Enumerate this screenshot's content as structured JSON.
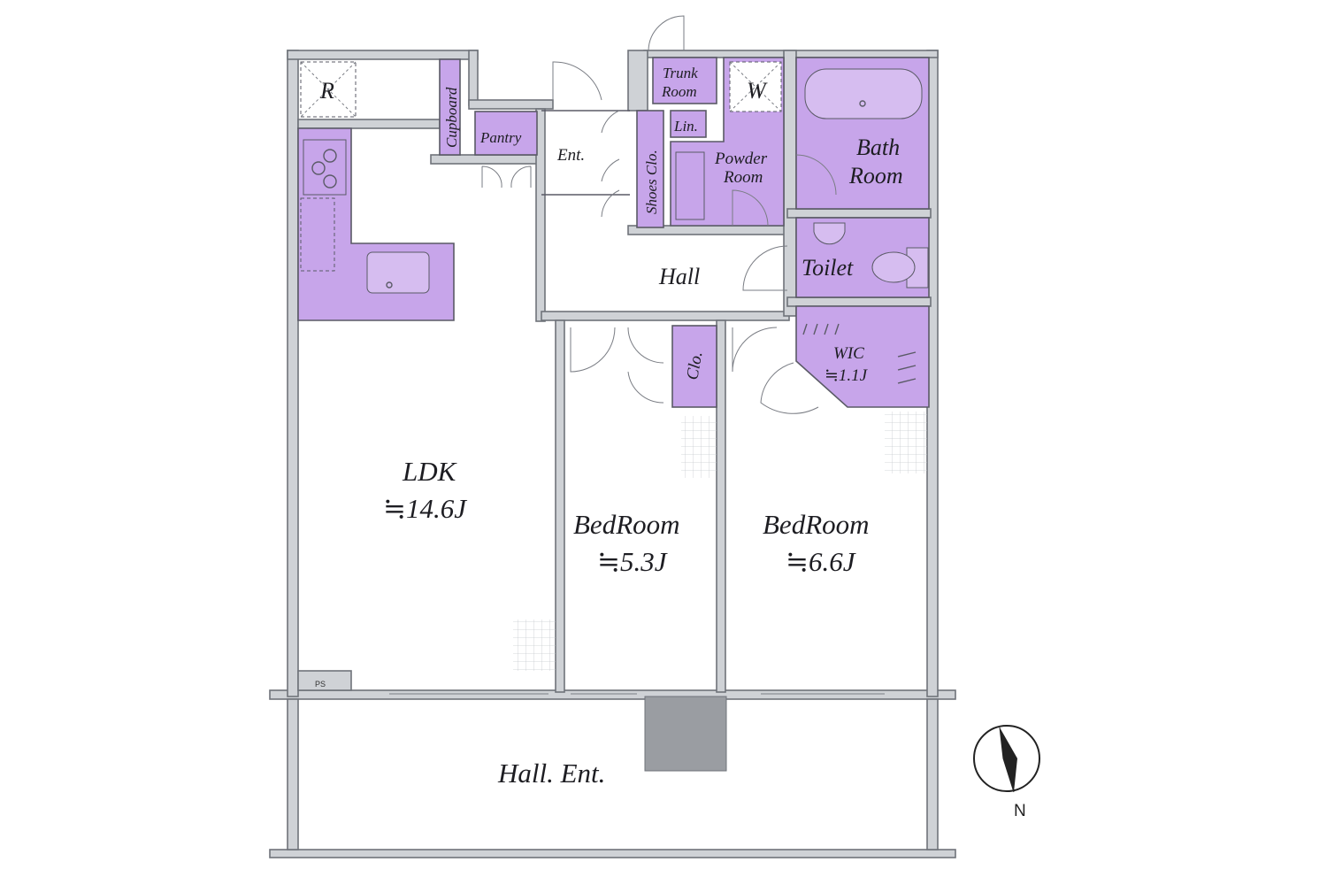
{
  "rooms": {
    "ldk": {
      "name": "LDK",
      "area": "≒14.6J"
    },
    "bedroom1": {
      "name": "BedRoom",
      "area": "≒5.3J"
    },
    "bedroom2": {
      "name": "BedRoom",
      "area": "≒6.6J"
    },
    "wic": {
      "name": "WIC",
      "area": "≒1.1J"
    },
    "hall": "Hall",
    "entrance": "Ent.",
    "hall_ent": "Hall. Ent.",
    "bath_line1": "Bath",
    "bath_line2": "Room",
    "toilet": "Toilet",
    "powder_line1": "Powder",
    "powder_line2": "Room",
    "trunk_line1": "Trunk",
    "trunk_line2": "Room",
    "pantry": "Pantry",
    "cupboard": "Cupboard",
    "shoes_closet": "Shoes Clo.",
    "linen": "Lin.",
    "closet": "Clo.",
    "refrigerator": "R",
    "washer": "W",
    "pipe_space": "PS"
  },
  "compass": {
    "label": "N"
  },
  "colors": {
    "wet_area": "#c7a5ea",
    "wall": "#cfd2d6"
  }
}
